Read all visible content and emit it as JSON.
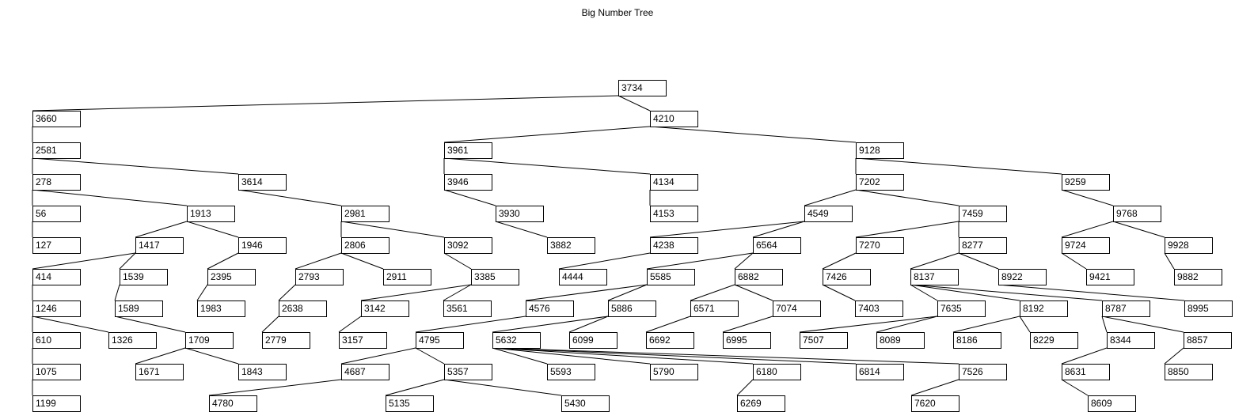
{
  "title": "Big Number Tree",
  "nodes": [
    {
      "id": "3734",
      "label": "3734"
    },
    {
      "id": "3660",
      "label": "3660"
    },
    {
      "id": "4210",
      "label": "4210"
    },
    {
      "id": "2581",
      "label": "2581"
    },
    {
      "id": "3961",
      "label": "3961"
    },
    {
      "id": "9128",
      "label": "9128"
    },
    {
      "id": "278",
      "label": "278"
    },
    {
      "id": "3614",
      "label": "3614"
    },
    {
      "id": "3946",
      "label": "3946"
    },
    {
      "id": "4134",
      "label": "4134"
    },
    {
      "id": "7202",
      "label": "7202"
    },
    {
      "id": "9259",
      "label": "9259"
    },
    {
      "id": "56",
      "label": "56"
    },
    {
      "id": "1913",
      "label": "1913"
    },
    {
      "id": "2981",
      "label": "2981"
    },
    {
      "id": "3930",
      "label": "3930"
    },
    {
      "id": "4153",
      "label": "4153"
    },
    {
      "id": "4549",
      "label": "4549"
    },
    {
      "id": "7459",
      "label": "7459"
    },
    {
      "id": "9768",
      "label": "9768"
    },
    {
      "id": "127",
      "label": "127"
    },
    {
      "id": "1417",
      "label": "1417"
    },
    {
      "id": "1946",
      "label": "1946"
    },
    {
      "id": "2806",
      "label": "2806"
    },
    {
      "id": "3092",
      "label": "3092"
    },
    {
      "id": "3882",
      "label": "3882"
    },
    {
      "id": "4238",
      "label": "4238"
    },
    {
      "id": "6564",
      "label": "6564"
    },
    {
      "id": "7270",
      "label": "7270"
    },
    {
      "id": "8277",
      "label": "8277"
    },
    {
      "id": "9724",
      "label": "9724"
    },
    {
      "id": "9928",
      "label": "9928"
    },
    {
      "id": "414",
      "label": "414"
    },
    {
      "id": "1539",
      "label": "1539"
    },
    {
      "id": "2395",
      "label": "2395"
    },
    {
      "id": "2793",
      "label": "2793"
    },
    {
      "id": "2911",
      "label": "2911"
    },
    {
      "id": "3385",
      "label": "3385"
    },
    {
      "id": "4444",
      "label": "4444"
    },
    {
      "id": "5585",
      "label": "5585"
    },
    {
      "id": "6882",
      "label": "6882"
    },
    {
      "id": "7426",
      "label": "7426"
    },
    {
      "id": "8137",
      "label": "8137"
    },
    {
      "id": "8922",
      "label": "8922"
    },
    {
      "id": "9421",
      "label": "9421"
    },
    {
      "id": "9882",
      "label": "9882"
    },
    {
      "id": "1246",
      "label": "1246"
    },
    {
      "id": "1589",
      "label": "1589"
    },
    {
      "id": "1983",
      "label": "1983"
    },
    {
      "id": "2638",
      "label": "2638"
    },
    {
      "id": "3142",
      "label": "3142"
    },
    {
      "id": "3561",
      "label": "3561"
    },
    {
      "id": "4576",
      "label": "4576"
    },
    {
      "id": "5886",
      "label": "5886"
    },
    {
      "id": "6571",
      "label": "6571"
    },
    {
      "id": "7074",
      "label": "7074"
    },
    {
      "id": "7403",
      "label": "7403"
    },
    {
      "id": "7635",
      "label": "7635"
    },
    {
      "id": "8192",
      "label": "8192"
    },
    {
      "id": "8787",
      "label": "8787"
    },
    {
      "id": "8995",
      "label": "8995"
    },
    {
      "id": "610",
      "label": "610"
    },
    {
      "id": "1326",
      "label": "1326"
    },
    {
      "id": "1709",
      "label": "1709"
    },
    {
      "id": "2779",
      "label": "2779"
    },
    {
      "id": "3157",
      "label": "3157"
    },
    {
      "id": "4795",
      "label": "4795"
    },
    {
      "id": "5632",
      "label": "5632"
    },
    {
      "id": "6099",
      "label": "6099"
    },
    {
      "id": "6692",
      "label": "6692"
    },
    {
      "id": "6995",
      "label": "6995"
    },
    {
      "id": "7507",
      "label": "7507"
    },
    {
      "id": "8089",
      "label": "8089"
    },
    {
      "id": "8186",
      "label": "8186"
    },
    {
      "id": "8229",
      "label": "8229"
    },
    {
      "id": "8344",
      "label": "8344"
    },
    {
      "id": "8857",
      "label": "8857"
    },
    {
      "id": "1075",
      "label": "1075"
    },
    {
      "id": "1671",
      "label": "1671"
    },
    {
      "id": "1843",
      "label": "1843"
    },
    {
      "id": "4687",
      "label": "4687"
    },
    {
      "id": "5357",
      "label": "5357"
    },
    {
      "id": "5593",
      "label": "5593"
    },
    {
      "id": "5790",
      "label": "5790"
    },
    {
      "id": "6180",
      "label": "6180"
    },
    {
      "id": "6814",
      "label": "6814"
    },
    {
      "id": "7526",
      "label": "7526"
    },
    {
      "id": "8631",
      "label": "8631"
    },
    {
      "id": "8850",
      "label": "8850"
    },
    {
      "id": "1199",
      "label": "1199"
    },
    {
      "id": "4780",
      "label": "4780"
    },
    {
      "id": "5135",
      "label": "5135"
    },
    {
      "id": "5430",
      "label": "5430"
    },
    {
      "id": "6269",
      "label": "6269"
    },
    {
      "id": "7620",
      "label": "7620"
    },
    {
      "id": "8609",
      "label": "8609"
    }
  ],
  "edges": [
    [
      "3734",
      "3660"
    ],
    [
      "3734",
      "4210"
    ],
    [
      "3660",
      "2581"
    ],
    [
      "4210",
      "3961"
    ],
    [
      "4210",
      "9128"
    ],
    [
      "2581",
      "278"
    ],
    [
      "2581",
      "3614"
    ],
    [
      "3961",
      "3946"
    ],
    [
      "3961",
      "4134"
    ],
    [
      "9128",
      "7202"
    ],
    [
      "9128",
      "9259"
    ],
    [
      "278",
      "56"
    ],
    [
      "278",
      "1913"
    ],
    [
      "3614",
      "2981"
    ],
    [
      "3946",
      "3930"
    ],
    [
      "4134",
      "4153"
    ],
    [
      "7202",
      "4549"
    ],
    [
      "7202",
      "7459"
    ],
    [
      "9259",
      "9768"
    ],
    [
      "56",
      "127"
    ],
    [
      "1913",
      "1417"
    ],
    [
      "1913",
      "1946"
    ],
    [
      "2981",
      "2806"
    ],
    [
      "2981",
      "3092"
    ],
    [
      "3930",
      "3882"
    ],
    [
      "4549",
      "4238"
    ],
    [
      "4549",
      "6564"
    ],
    [
      "7459",
      "7270"
    ],
    [
      "7459",
      "8277"
    ],
    [
      "9768",
      "9724"
    ],
    [
      "9768",
      "9928"
    ],
    [
      "1417",
      "414"
    ],
    [
      "1417",
      "1539"
    ],
    [
      "1946",
      "2395"
    ],
    [
      "2806",
      "2793"
    ],
    [
      "2806",
      "2911"
    ],
    [
      "3092",
      "3385"
    ],
    [
      "4238",
      "4444"
    ],
    [
      "6564",
      "5585"
    ],
    [
      "6564",
      "6882"
    ],
    [
      "7270",
      "7426"
    ],
    [
      "8277",
      "8137"
    ],
    [
      "8277",
      "8922"
    ],
    [
      "9724",
      "9421"
    ],
    [
      "9928",
      "9882"
    ],
    [
      "414",
      "1246"
    ],
    [
      "1539",
      "1589"
    ],
    [
      "2395",
      "1983"
    ],
    [
      "2793",
      "2638"
    ],
    [
      "3385",
      "3142"
    ],
    [
      "3385",
      "3561"
    ],
    [
      "5585",
      "4576"
    ],
    [
      "5585",
      "5886"
    ],
    [
      "6882",
      "6571"
    ],
    [
      "6882",
      "7074"
    ],
    [
      "7426",
      "7403"
    ],
    [
      "8137",
      "7635"
    ],
    [
      "8137",
      "8192"
    ],
    [
      "8137",
      "8787"
    ],
    [
      "8922",
      "8995"
    ],
    [
      "1246",
      "610"
    ],
    [
      "1246",
      "1326"
    ],
    [
      "1589",
      "1709"
    ],
    [
      "2638",
      "2779"
    ],
    [
      "3142",
      "3157"
    ],
    [
      "4576",
      "4795"
    ],
    [
      "5886",
      "5632"
    ],
    [
      "5886",
      "6099"
    ],
    [
      "6571",
      "6692"
    ],
    [
      "7074",
      "6995"
    ],
    [
      "7635",
      "7507"
    ],
    [
      "7635",
      "8089"
    ],
    [
      "8192",
      "8186"
    ],
    [
      "8192",
      "8229"
    ],
    [
      "8787",
      "8344"
    ],
    [
      "8787",
      "8857"
    ],
    [
      "610",
      "1075"
    ],
    [
      "1709",
      "1671"
    ],
    [
      "1709",
      "1843"
    ],
    [
      "4795",
      "4687"
    ],
    [
      "4795",
      "5357"
    ],
    [
      "5632",
      "5593"
    ],
    [
      "5632",
      "5790"
    ],
    [
      "5632",
      "6180"
    ],
    [
      "5632",
      "6814"
    ],
    [
      "5632",
      "7526"
    ],
    [
      "8344",
      "8631"
    ],
    [
      "8857",
      "8850"
    ],
    [
      "1075",
      "1199"
    ],
    [
      "4687",
      "4780"
    ],
    [
      "5357",
      "5135"
    ],
    [
      "5357",
      "5430"
    ],
    [
      "6180",
      "6269"
    ],
    [
      "7526",
      "7620"
    ],
    [
      "8631",
      "8609"
    ]
  ]
}
